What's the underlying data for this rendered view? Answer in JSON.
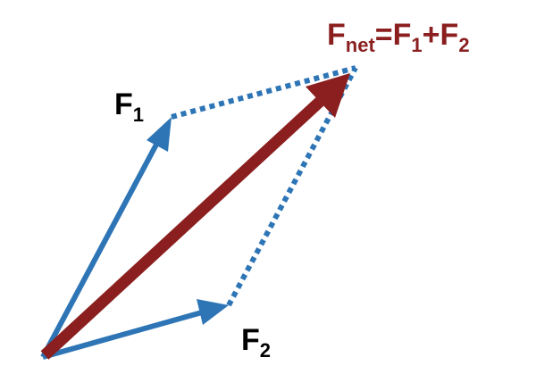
{
  "labels": {
    "f1": {
      "main": "F",
      "sub": "1"
    },
    "f2": {
      "main": "F",
      "sub": "2"
    },
    "net": {
      "main": "F",
      "sub": "net",
      "eq": "=",
      "t1": "F",
      "t1sub": "1",
      "plus": "+",
      "t2": "F",
      "t2sub": "2"
    }
  },
  "colors": {
    "component": "#2e75b6",
    "resultant": "#8b1f1f",
    "text": "#000000"
  }
}
